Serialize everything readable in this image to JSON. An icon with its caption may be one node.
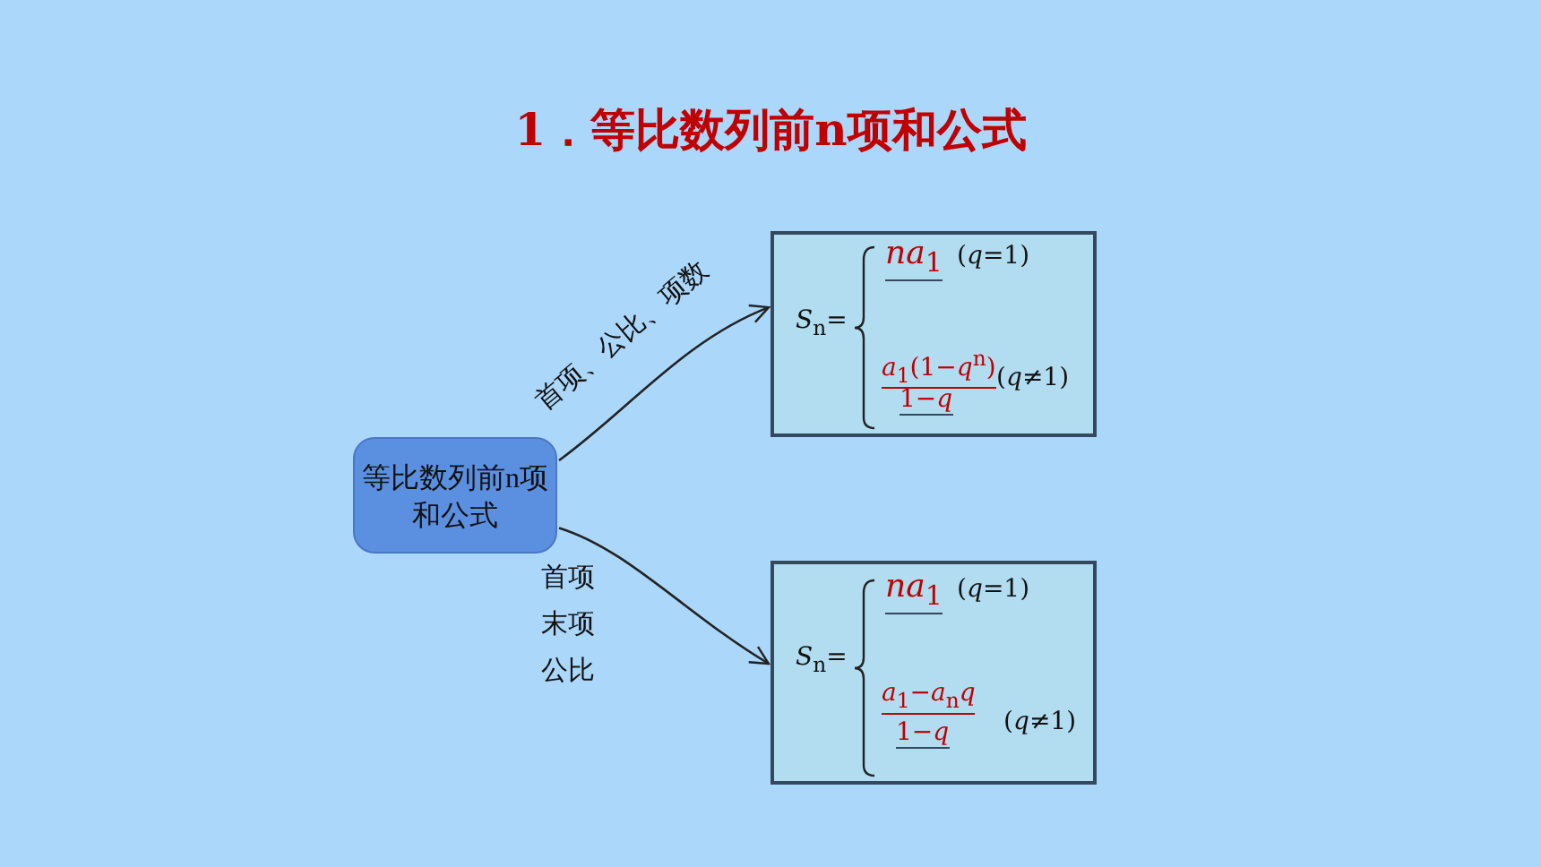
{
  "diagram": {
    "title": "1．等比数列前n项和公式",
    "nodes": [
      {
        "text": [
          "等比数列前n项和公式"
        ]
      },
      {
        "text": [
          "*S*$_{n}$=",
          "*na*$_{1}$",
          "(*q*=1)",
          "*a*$_{1}$(1−*q*$^{n}$)",
          "1−*q*",
          "(*q*≠1)"
        ]
      },
      {
        "text": [
          "*S*$_{n}$=",
          "*na*$_{1}$",
          "(*q*=1)",
          "*a*$_{1}$−*a*$_{n}$*q*",
          "1−*q*",
          "(*q*≠1)"
        ]
      }
    ],
    "edges": [
      {
        "from": 0,
        "to": 1,
        "arrow": "to",
        "label": "首项、公比、项数"
      },
      {
        "from": 0,
        "to": 2,
        "arrow": "to",
        "label": "首项末项公比"
      }
    ]
  }
}
